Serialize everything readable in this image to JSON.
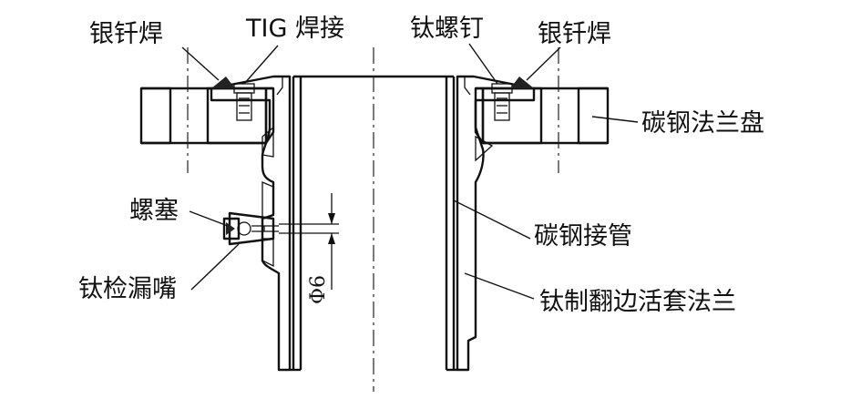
{
  "labels": {
    "silver_brazing_left": "银钎焊",
    "tig_welding": "TIG 焊接",
    "titanium_screw": "钛螺钉",
    "silver_brazing_right": "银钎焊",
    "carbon_steel_flange": "碳钢法兰盘",
    "plug_screw": "螺塞",
    "carbon_steel_pipe": "碳钢接管",
    "titanium_leak_nozzle": "钛检漏嘴",
    "titanium_lap_flange": "钛制翻边活套法兰",
    "diameter_dim": "Φ6"
  },
  "colors": {
    "line": "#111111",
    "background": "#ffffff"
  }
}
